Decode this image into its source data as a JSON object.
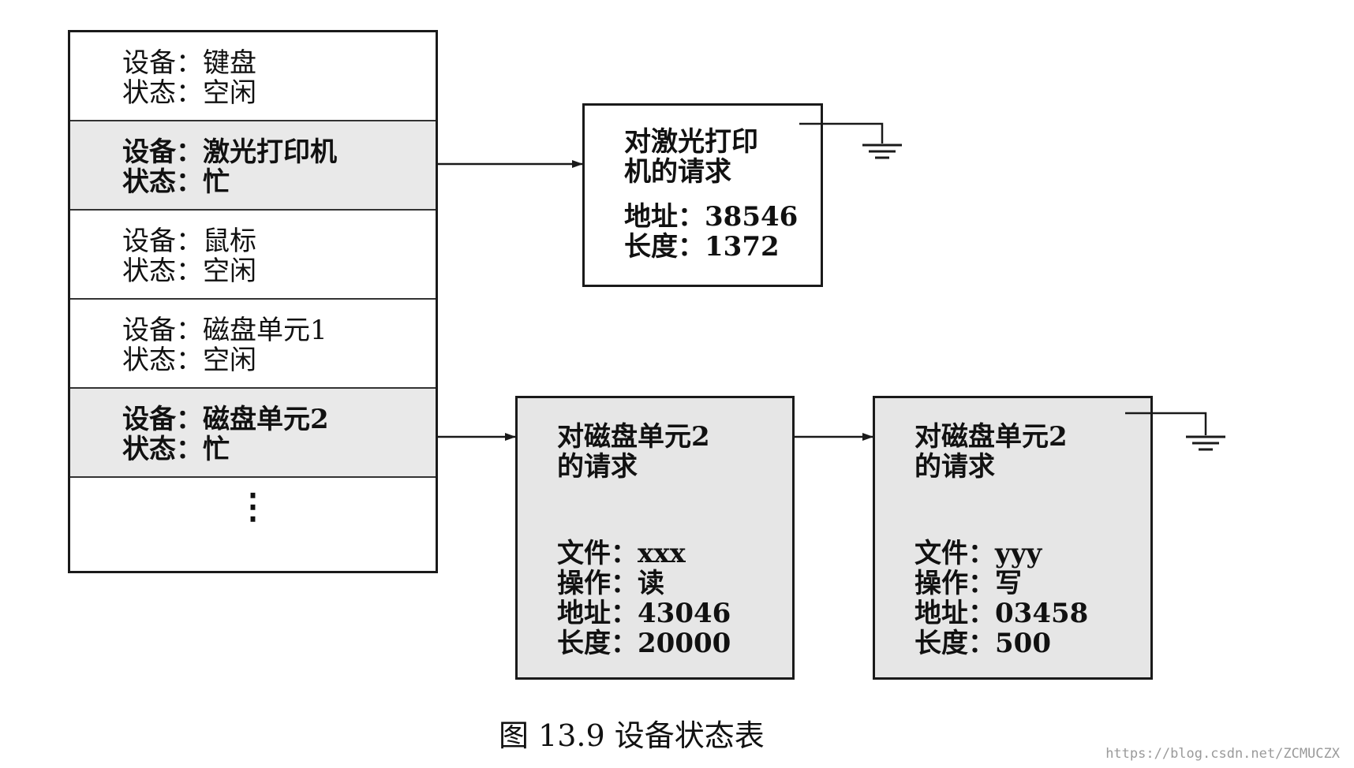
{
  "device_table": [
    {
      "device_label": "设备：键盘",
      "status_label": "状态：空闲"
    },
    {
      "device_label": "设备：激光打印机",
      "status_label": "状态：忙"
    },
    {
      "device_label": "设备：鼠标",
      "status_label": "状态：空闲"
    },
    {
      "device_label": "设备：磁盘单元1",
      "status_label": "状态：空闲"
    },
    {
      "device_label": "设备：磁盘单元2",
      "status_label": "状态：忙"
    },
    {
      "ellipsis": "⋮"
    }
  ],
  "printer_request": {
    "title_line1": "对激光打印",
    "title_line2": "机的请求",
    "address": "地址：38546",
    "length": "长度：1372"
  },
  "disk_request_1": {
    "title_line1": "对磁盘单元2",
    "title_line2": "的请求",
    "file": "文件：xxx",
    "operation": "操作：读",
    "address": "地址：43046",
    "length": "长度：20000"
  },
  "disk_request_2": {
    "title_line1": "对磁盘单元2",
    "title_line2": "的请求",
    "file": "文件：yyy",
    "operation": "操作：写",
    "address": "地址：03458",
    "length": "长度：500"
  },
  "caption": "图 13.9    设备状态表",
  "watermark": "https://blog.csdn.net/ZCMUCZX"
}
